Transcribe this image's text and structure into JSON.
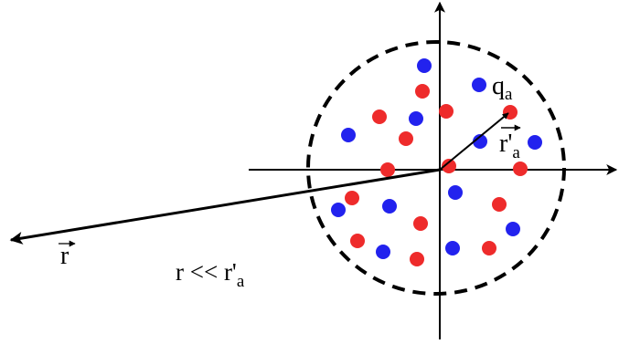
{
  "diagram": {
    "colors": {
      "positive_charge": "#ee2b2b",
      "negative_charge": "#2222ee",
      "ink": "#000000"
    },
    "labels": {
      "charge": "q",
      "charge_sub": "a",
      "source_vector": "r'",
      "source_vector_sub": "a",
      "field_vector": "r",
      "condition": "r << r'",
      "condition_sub": "a"
    }
  }
}
